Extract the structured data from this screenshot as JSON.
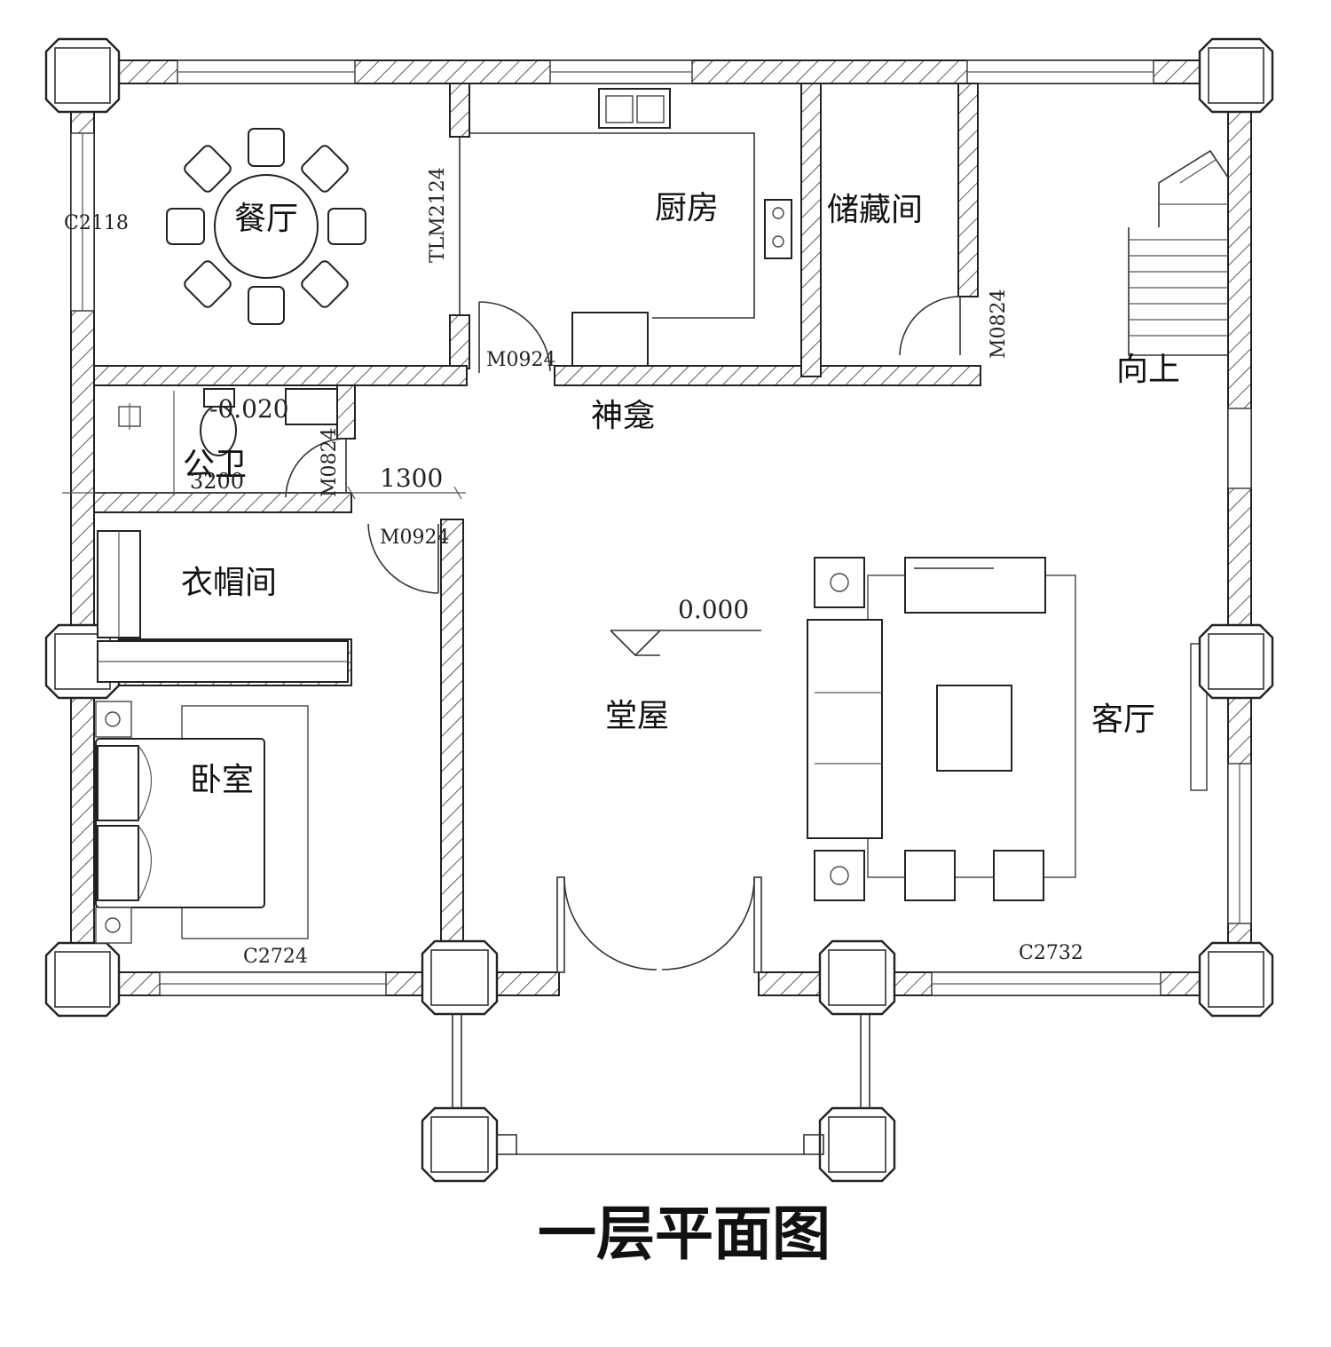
{
  "title": "一层平面图",
  "rooms": {
    "dining": "餐厅",
    "kitchen": "厨房",
    "storage": "储藏间",
    "shrine": "神龛",
    "toilet": "公卫",
    "cloakroom": "衣帽间",
    "bedroom": "卧室",
    "hall": "堂屋",
    "living": "客厅",
    "stairs_up": "向上"
  },
  "labels": {
    "window_dining": "C2118",
    "door_kitchen_sliding": "TLM2124",
    "door_kitchen": "M0924",
    "door_storage": "M0824",
    "door_toilet": "M0824",
    "door_cloak": "M0924",
    "window_bedroom": "C2724",
    "window_living": "C2732"
  },
  "dimensions": {
    "toilet_level": "-0.020",
    "toilet_width": "3200",
    "corridor_width": "1300",
    "floor_level": "0.000"
  }
}
